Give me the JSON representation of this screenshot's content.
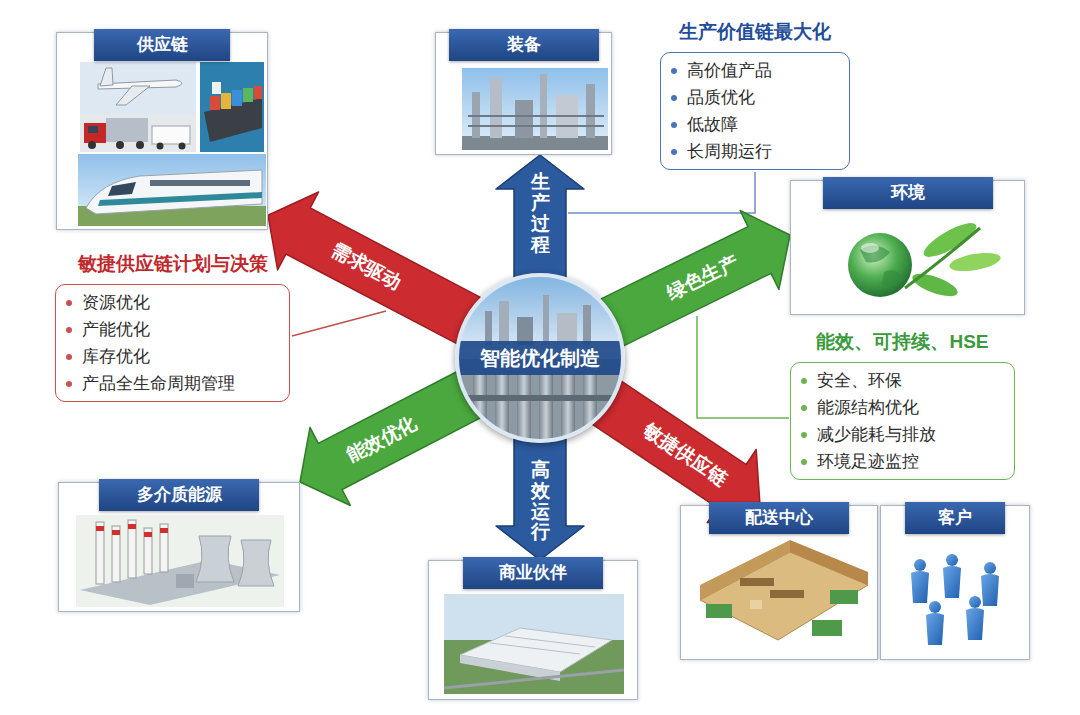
{
  "diagram": {
    "nodes": [
      {
        "text": [
          "供应链"
        ]
      },
      {
        "text": [
          "装备"
        ]
      },
      {
        "text": [
          "生产价值链最大化",
          "高价值产品",
          "品质优化",
          "低故障",
          "长周期运行"
        ]
      },
      {
        "text": [
          "环境"
        ]
      },
      {
        "text": [
          "敏捷供应链计划与决策",
          "资源优化",
          "产能优化",
          "库存优化",
          "产品全生命周期管理"
        ]
      },
      {
        "text": [
          "智能优化制造"
        ]
      },
      {
        "text": [
          "能效、可持续、HSE",
          "安全、环保",
          "能源结构优化",
          "减少能耗与排放",
          "环境足迹监控"
        ]
      },
      {
        "text": [
          "多介质能源"
        ]
      },
      {
        "text": [
          "商业伙伴"
        ]
      },
      {
        "text": [
          "配送中心"
        ]
      },
      {
        "text": [
          "客户"
        ]
      }
    ],
    "edges": [
      {
        "from": 5,
        "to": 1,
        "label": "生产过程",
        "arrow": "to"
      },
      {
        "from": 5,
        "to": 8,
        "label": "高效运行",
        "arrow": "to"
      },
      {
        "from": 5,
        "to": 0,
        "label": "需求驱动",
        "arrow": "to"
      },
      {
        "from": 5,
        "to": 9,
        "label": "敏捷供应链",
        "arrow": "to"
      },
      {
        "from": 5,
        "to": 3,
        "label": "绿色生产",
        "arrow": "to"
      },
      {
        "from": 5,
        "to": 7,
        "label": "能效优化",
        "arrow": "to"
      }
    ]
  }
}
